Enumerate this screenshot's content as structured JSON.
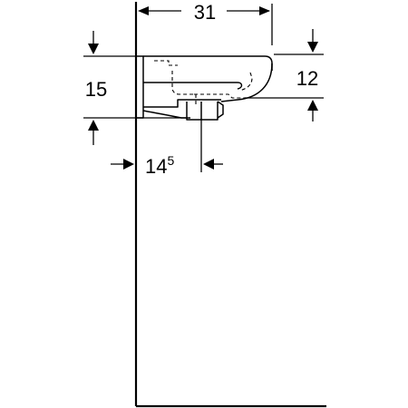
{
  "dimensions": {
    "width_top": "31",
    "height_left": "15",
    "height_right": "12",
    "depth_bottom": "14",
    "depth_bottom_sup": "5"
  },
  "colors": {
    "line": "#000000",
    "background": "#ffffff"
  }
}
